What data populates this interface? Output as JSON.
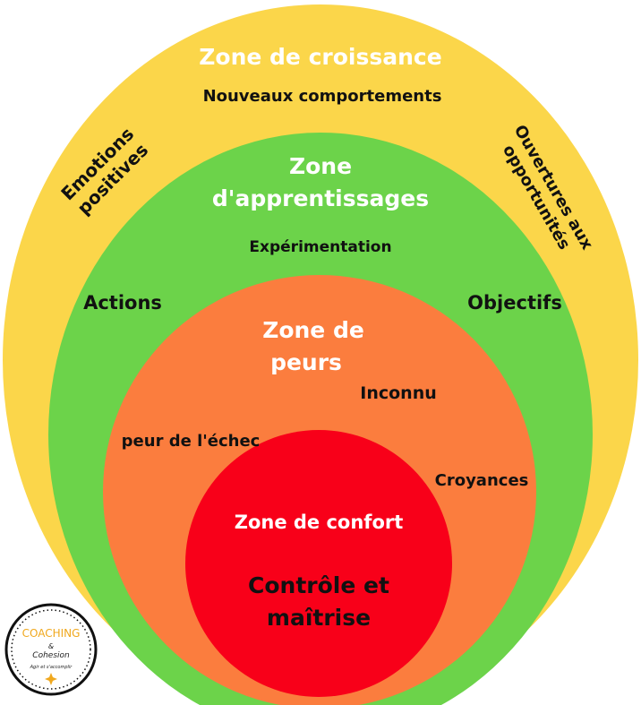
{
  "colors": {
    "growth": "#FBD64A",
    "learning": "#6CD34A",
    "fear": "#FB7D3E",
    "comfort": "#F80019"
  },
  "growth": {
    "title": "Zone de croissance",
    "subtitle": "Nouveaux comportements",
    "left": [
      "Emotions",
      "positives"
    ],
    "right": [
      "Ouvertures aux",
      "opportunités"
    ]
  },
  "learning": {
    "title": [
      "Zone",
      "d'apprentissages"
    ],
    "subtitle": "Expérimentation",
    "left": "Actions",
    "right": "Objectifs"
  },
  "fear": {
    "title": [
      "Zone de",
      "peurs"
    ],
    "items": [
      "Inconnu",
      "peur de l'échec",
      "Croyances"
    ]
  },
  "comfort": {
    "title": "Zone de confort",
    "subtitle": [
      "Contrôle et",
      "maîtrise"
    ]
  },
  "logo": {
    "line1": "COACHING",
    "line2": "&",
    "line3": "Cohesion",
    "tagline": "Agir et s'accomplir"
  }
}
